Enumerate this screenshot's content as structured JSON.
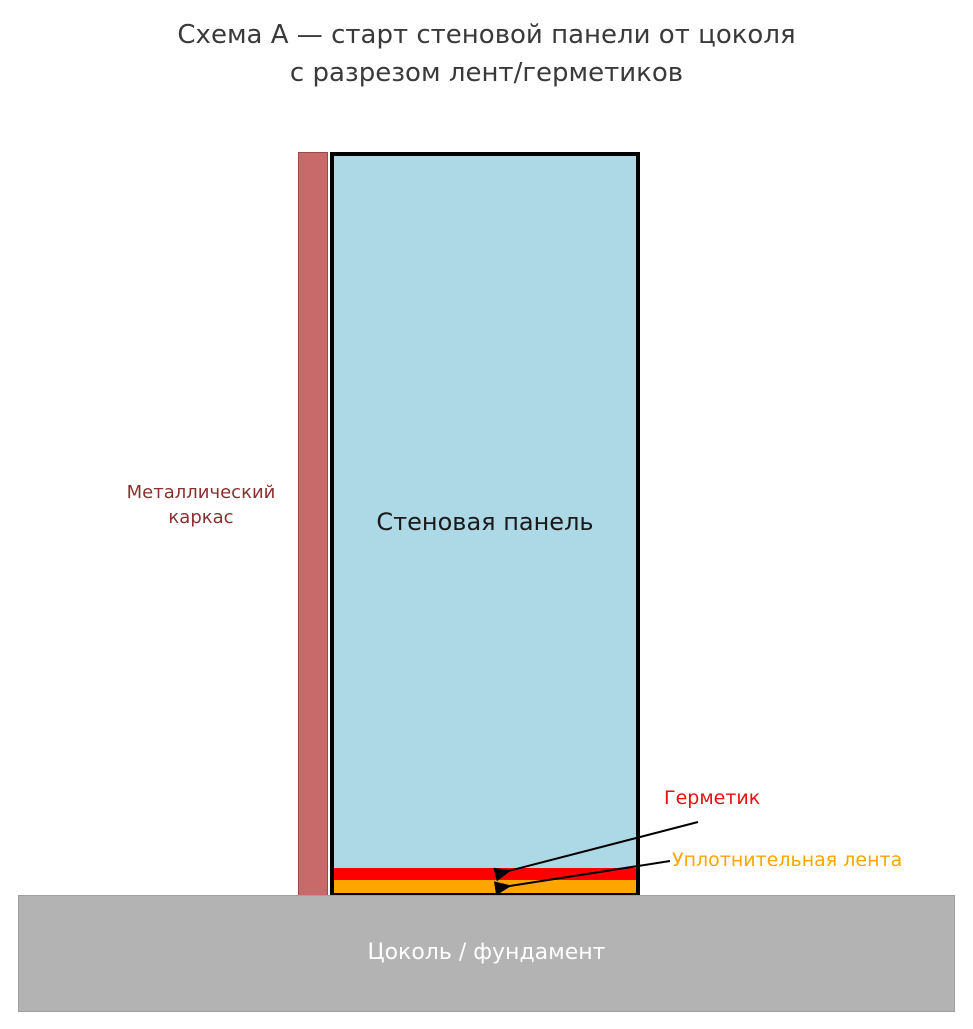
{
  "title": {
    "line1": "Схема А — старт стеновой панели от цоколя",
    "line2": "с разрезом лент/герметиков"
  },
  "labels": {
    "frame": {
      "line1": "Металлический",
      "line2": "каркас"
    },
    "panel": "Стеновая панель",
    "sealant": "Герметик",
    "tape": "Уплотнительная лента",
    "foundation": "Цоколь / фундамент"
  },
  "colors": {
    "panel_fill": "#add8e6",
    "panel_border": "#000000",
    "frame_fill": "#c96a6a",
    "frame_label_text": "#8b3030",
    "sealant_fill": "#ff0000",
    "sealant_label_text": "#e81010",
    "tape_fill": "#ffa500",
    "tape_label_text": "#ffa500",
    "foundation_fill": "#b3b3b3",
    "foundation_label_text": "#ffffff",
    "title_text": "#3a3a3a",
    "arrow_stroke": "#000000"
  }
}
